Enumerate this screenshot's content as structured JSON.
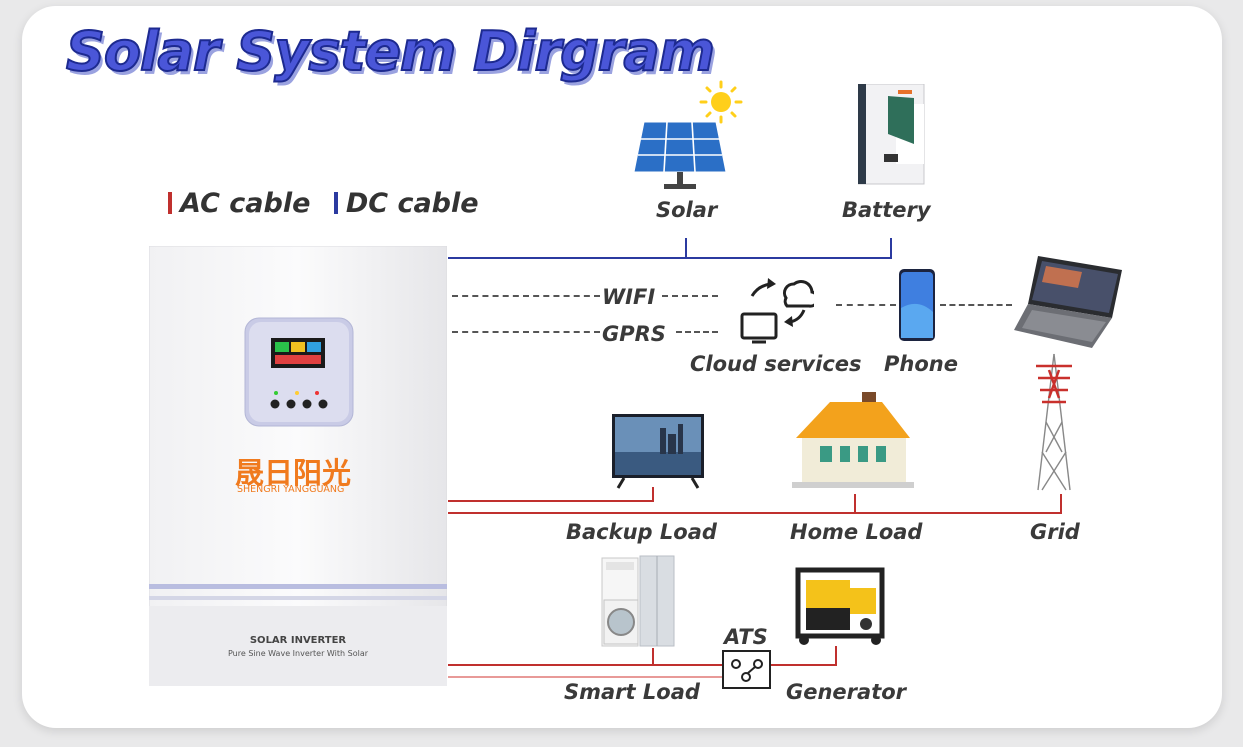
{
  "title": "Solar System  Dirgram",
  "legend": {
    "ac_label": "AC cable",
    "dc_label": "DC cable",
    "ac_color": "#c0302e",
    "dc_color": "#2b3aa0"
  },
  "inverter": {
    "brand_cn": "晟日阳光",
    "brand_en": "SHENGRI YANGGUANG",
    "model": "SOLAR INVERTER",
    "subtitle": "Pure Sine Wave Inverter With Solar"
  },
  "labels": {
    "solar": "Solar",
    "battery": "Battery",
    "wifi": "WIFI",
    "gprs": "GPRS",
    "cloud": "Cloud services",
    "phone": "Phone",
    "backup_load": "Backup Load",
    "home_load": "Home Load",
    "grid": "Grid",
    "ats": "ATS",
    "smart_load": "Smart Load",
    "generator": "Generator"
  },
  "icons": [
    "solar-panel-icon",
    "sun-icon",
    "battery-icon",
    "cloud-icon",
    "monitor-icon",
    "phone-icon",
    "laptop-icon",
    "tv-icon",
    "house-icon",
    "grid-tower-icon",
    "appliances-icon",
    "generator-icon",
    "ats-switch-icon"
  ]
}
